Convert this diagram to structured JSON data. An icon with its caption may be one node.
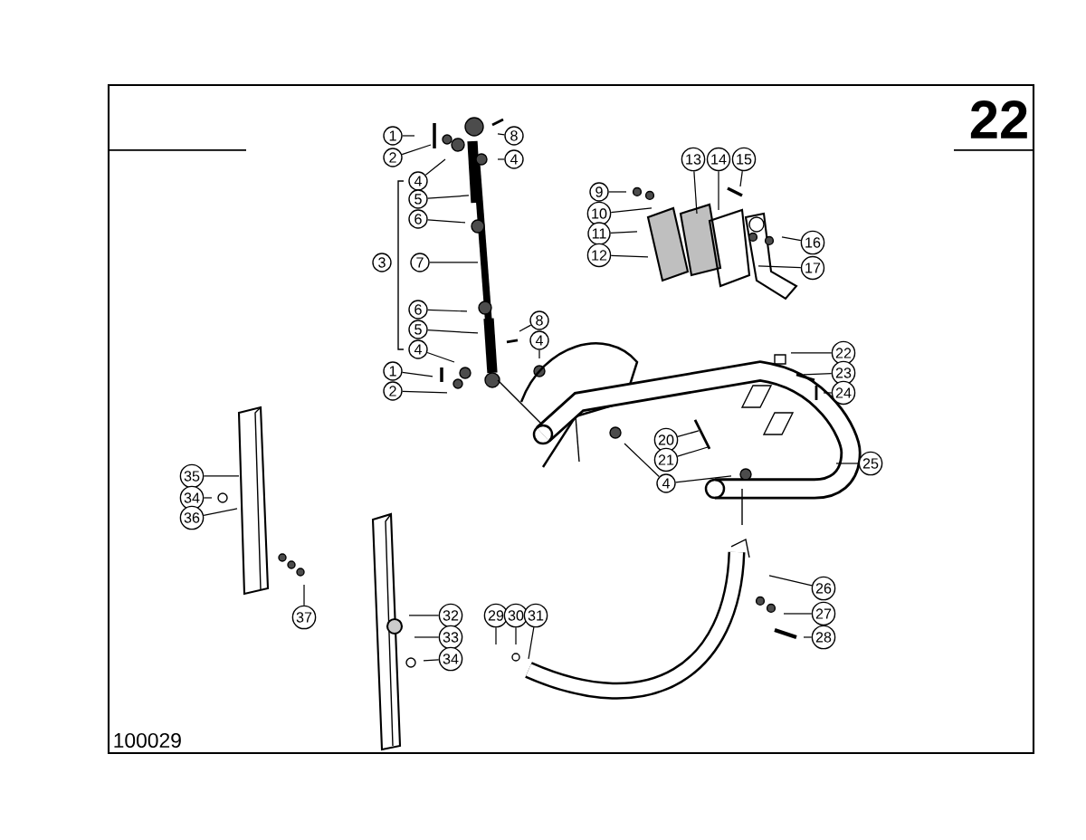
{
  "diagram": {
    "nodes": [
      {
        "text": [
          "1"
        ]
      },
      {
        "text": [
          "2"
        ]
      },
      {
        "text": [
          "4"
        ]
      },
      {
        "text": [
          "5"
        ]
      },
      {
        "text": [
          "6"
        ]
      },
      {
        "text": [
          "3"
        ]
      },
      {
        "text": [
          "7"
        ]
      },
      {
        "text": [
          "6"
        ]
      },
      {
        "text": [
          "5"
        ]
      },
      {
        "text": [
          "4"
        ]
      },
      {
        "text": [
          "1"
        ]
      },
      {
        "text": [
          "2"
        ]
      },
      {
        "text": [
          "8"
        ]
      },
      {
        "text": [
          "4"
        ]
      },
      {
        "text": [
          "8"
        ]
      },
      {
        "text": [
          "4"
        ]
      },
      {
        "text": [
          "9"
        ]
      },
      {
        "text": [
          "10"
        ]
      },
      {
        "text": [
          "11"
        ]
      },
      {
        "text": [
          "12"
        ]
      },
      {
        "text": [
          "13"
        ]
      },
      {
        "text": [
          "14"
        ]
      },
      {
        "text": [
          "15"
        ]
      },
      {
        "text": [
          "16"
        ]
      },
      {
        "text": [
          "17"
        ]
      },
      {
        "text": [
          "22"
        ]
      },
      {
        "text": [
          "23"
        ]
      },
      {
        "text": [
          "24"
        ]
      },
      {
        "text": [
          "20"
        ]
      },
      {
        "text": [
          "21"
        ]
      },
      {
        "text": [
          "4"
        ]
      },
      {
        "text": [
          "25"
        ]
      },
      {
        "text": [
          "35"
        ]
      },
      {
        "text": [
          "34"
        ]
      },
      {
        "text": [
          "36"
        ]
      },
      {
        "text": [
          "37"
        ]
      },
      {
        "text": [
          "32"
        ]
      },
      {
        "text": [
          "33"
        ]
      },
      {
        "text": [
          "34"
        ]
      },
      {
        "text": [
          "29"
        ]
      },
      {
        "text": [
          "30"
        ]
      },
      {
        "text": [
          "31"
        ]
      },
      {
        "text": [
          "26"
        ]
      },
      {
        "text": [
          "27"
        ]
      },
      {
        "text": [
          "28"
        ]
      }
    ],
    "edges": [
      {
        "from": 0,
        "to": null,
        "arrow": "none"
      },
      {
        "from": 1,
        "to": null,
        "arrow": "none"
      },
      {
        "from": 2,
        "to": null,
        "arrow": "none"
      },
      {
        "from": 3,
        "to": null,
        "arrow": "none"
      },
      {
        "from": 4,
        "to": null,
        "arrow": "none"
      },
      {
        "from": 6,
        "to": null,
        "arrow": "none"
      },
      {
        "from": 7,
        "to": null,
        "arrow": "none"
      },
      {
        "from": 8,
        "to": null,
        "arrow": "none"
      },
      {
        "from": 9,
        "to": null,
        "arrow": "none"
      },
      {
        "from": 10,
        "to": null,
        "arrow": "none"
      },
      {
        "from": 11,
        "to": null,
        "arrow": "none"
      },
      {
        "from": 12,
        "to": null,
        "arrow": "none"
      },
      {
        "from": 13,
        "to": null,
        "arrow": "none"
      },
      {
        "from": 14,
        "to": null,
        "arrow": "none"
      },
      {
        "from": 15,
        "to": null,
        "arrow": "none"
      },
      {
        "from": 16,
        "to": null,
        "arrow": "none"
      },
      {
        "from": 17,
        "to": null,
        "arrow": "none"
      },
      {
        "from": 18,
        "to": null,
        "arrow": "none"
      },
      {
        "from": 19,
        "to": null,
        "arrow": "none"
      },
      {
        "from": 20,
        "to": null,
        "arrow": "none"
      },
      {
        "from": 21,
        "to": null,
        "arrow": "none"
      },
      {
        "from": 22,
        "to": null,
        "arrow": "none"
      },
      {
        "from": 23,
        "to": null,
        "arrow": "none"
      },
      {
        "from": 24,
        "to": null,
        "arrow": "none"
      },
      {
        "from": 25,
        "to": null,
        "arrow": "none"
      },
      {
        "from": 26,
        "to": null,
        "arrow": "none"
      },
      {
        "from": 27,
        "to": null,
        "arrow": "none"
      },
      {
        "from": 28,
        "to": null,
        "arrow": "none"
      },
      {
        "from": 29,
        "to": null,
        "arrow": "none"
      },
      {
        "from": 30,
        "to": null,
        "arrow": "none"
      },
      {
        "from": 30,
        "to": null,
        "arrow": "none"
      },
      {
        "from": 31,
        "to": null,
        "arrow": "none"
      },
      {
        "from": 32,
        "to": null,
        "arrow": "none"
      },
      {
        "from": 33,
        "to": null,
        "arrow": "none"
      },
      {
        "from": 34,
        "to": null,
        "arrow": "none"
      },
      {
        "from": 35,
        "to": null,
        "arrow": "none"
      },
      {
        "from": 36,
        "to": null,
        "arrow": "none"
      },
      {
        "from": 37,
        "to": null,
        "arrow": "none"
      },
      {
        "from": 38,
        "to": null,
        "arrow": "none"
      },
      {
        "from": 39,
        "to": null,
        "arrow": "none"
      },
      {
        "from": 40,
        "to": null,
        "arrow": "none"
      },
      {
        "from": 41,
        "to": null,
        "arrow": "none"
      },
      {
        "from": 42,
        "to": null,
        "arrow": "none"
      },
      {
        "from": 43,
        "to": null,
        "arrow": "none"
      },
      {
        "from": 44,
        "to": null,
        "arrow": "none"
      }
    ],
    "labels": [
      "22",
      "100029"
    ]
  }
}
